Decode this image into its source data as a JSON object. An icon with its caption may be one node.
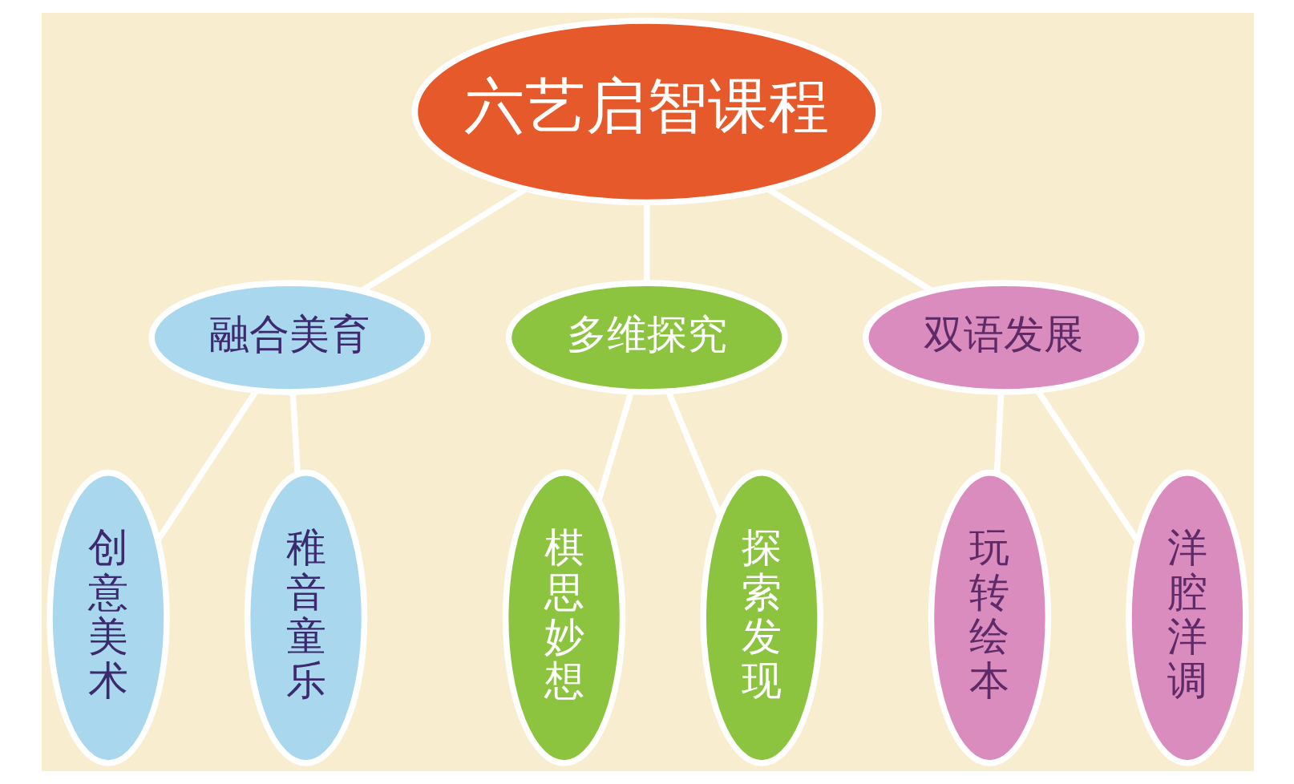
{
  "diagram": {
    "nodes": [
      {
        "text": [
          "六艺启智课程"
        ]
      },
      {
        "text": [
          "融合美育"
        ]
      },
      {
        "text": [
          "多维探究"
        ]
      },
      {
        "text": [
          "双语发展"
        ]
      },
      {
        "text": [
          "创意美术"
        ]
      },
      {
        "text": [
          "稚音童乐"
        ]
      },
      {
        "text": [
          "棋思妙想"
        ]
      },
      {
        "text": [
          "探索发现"
        ]
      },
      {
        "text": [
          "玩转绘本"
        ]
      },
      {
        "text": [
          "洋腔洋调"
        ]
      }
    ],
    "edges": [
      {
        "from": 0,
        "to": 1,
        "arrow": "none"
      },
      {
        "from": 0,
        "to": 2,
        "arrow": "none"
      },
      {
        "from": 0,
        "to": 3,
        "arrow": "none"
      },
      {
        "from": 1,
        "to": 4,
        "arrow": "none"
      },
      {
        "from": 1,
        "to": 5,
        "arrow": "none"
      },
      {
        "from": 2,
        "to": 6,
        "arrow": "none"
      },
      {
        "from": 2,
        "to": 7,
        "arrow": "none"
      },
      {
        "from": 3,
        "to": 8,
        "arrow": "none"
      },
      {
        "from": 3,
        "to": 9,
        "arrow": "none"
      }
    ]
  }
}
